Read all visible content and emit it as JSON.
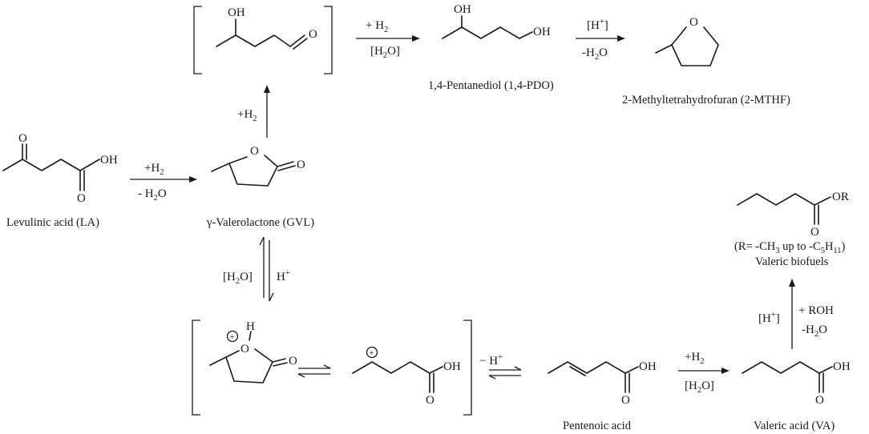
{
  "atoms": {
    "oxygen": "O",
    "hydroxyl": "OH",
    "ester_r": "OR",
    "hydrogen": "H",
    "plus_charge": "+"
  },
  "compounds": {
    "la": "Levulinic acid (LA)",
    "gvl": "γ-Valerolactone (GVL)",
    "pdo": "1,4-Pentanediol (1,4-PDO)",
    "mthf": "2-Methyltetrahydrofuran (2-MTHF)",
    "pentenoic": "Pentenoic acid",
    "va": "Valeric acid (VA)",
    "biofuels": "Valeric biofuels"
  },
  "biofuel_range": {
    "open": "(R= -CH",
    "sub1": "3",
    "mid": " up to -C",
    "sub2": "5",
    "h": "H",
    "sub3": "11",
    "close": ")"
  },
  "conditions": {
    "plus_h2_sp": "+ H",
    "plus_h2": "+H",
    "h2_sub": "2",
    "h2o_lb": "[H",
    "h2o_sub": "2",
    "h2o_rb": "O]",
    "minus_h2o": "-H",
    "minus_h2o_sub": "2",
    "minus_h2o_o": "O",
    "minus_h2o_sp": "- H",
    "hplus_lb": "[H",
    "hplus_rb": "]",
    "plus_sup": "+",
    "hplus": "H",
    "minus_hplus": "− H",
    "plus_roh": "+ ROH"
  }
}
